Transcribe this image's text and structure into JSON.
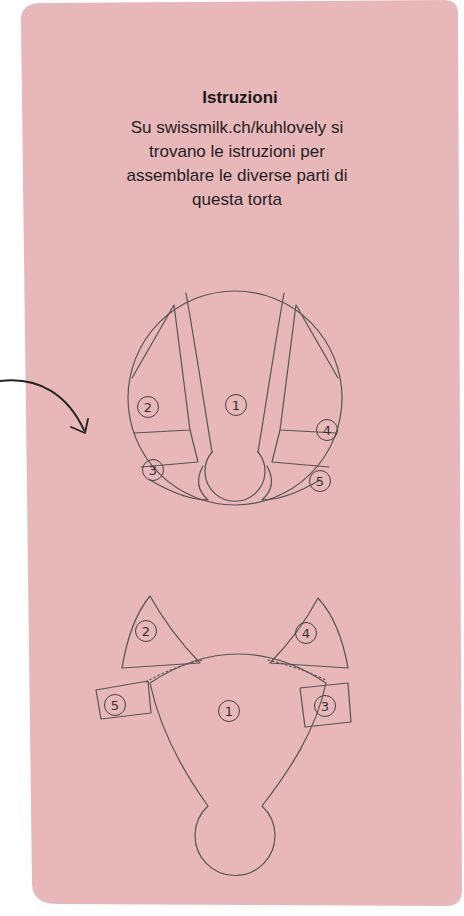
{
  "diagram": {
    "title": "Istruzioni",
    "nodes": [
      {
        "text": [
          "2"
        ]
      },
      {
        "text": [
          "1"
        ]
      },
      {
        "text": [
          "4"
        ]
      },
      {
        "text": [
          "3"
        ]
      },
      {
        "text": [
          "5"
        ]
      },
      {
        "text": [
          "2"
        ]
      },
      {
        "text": [
          "4"
        ]
      },
      {
        "text": [
          "5"
        ]
      },
      {
        "text": [
          "1"
        ]
      },
      {
        "text": [
          "3"
        ]
      }
    ],
    "labels": [
      "Su swissmilk.ch/kuhlovely si trovano le istruzioni per assemblare le diverse parti di questa torta"
    ]
  }
}
